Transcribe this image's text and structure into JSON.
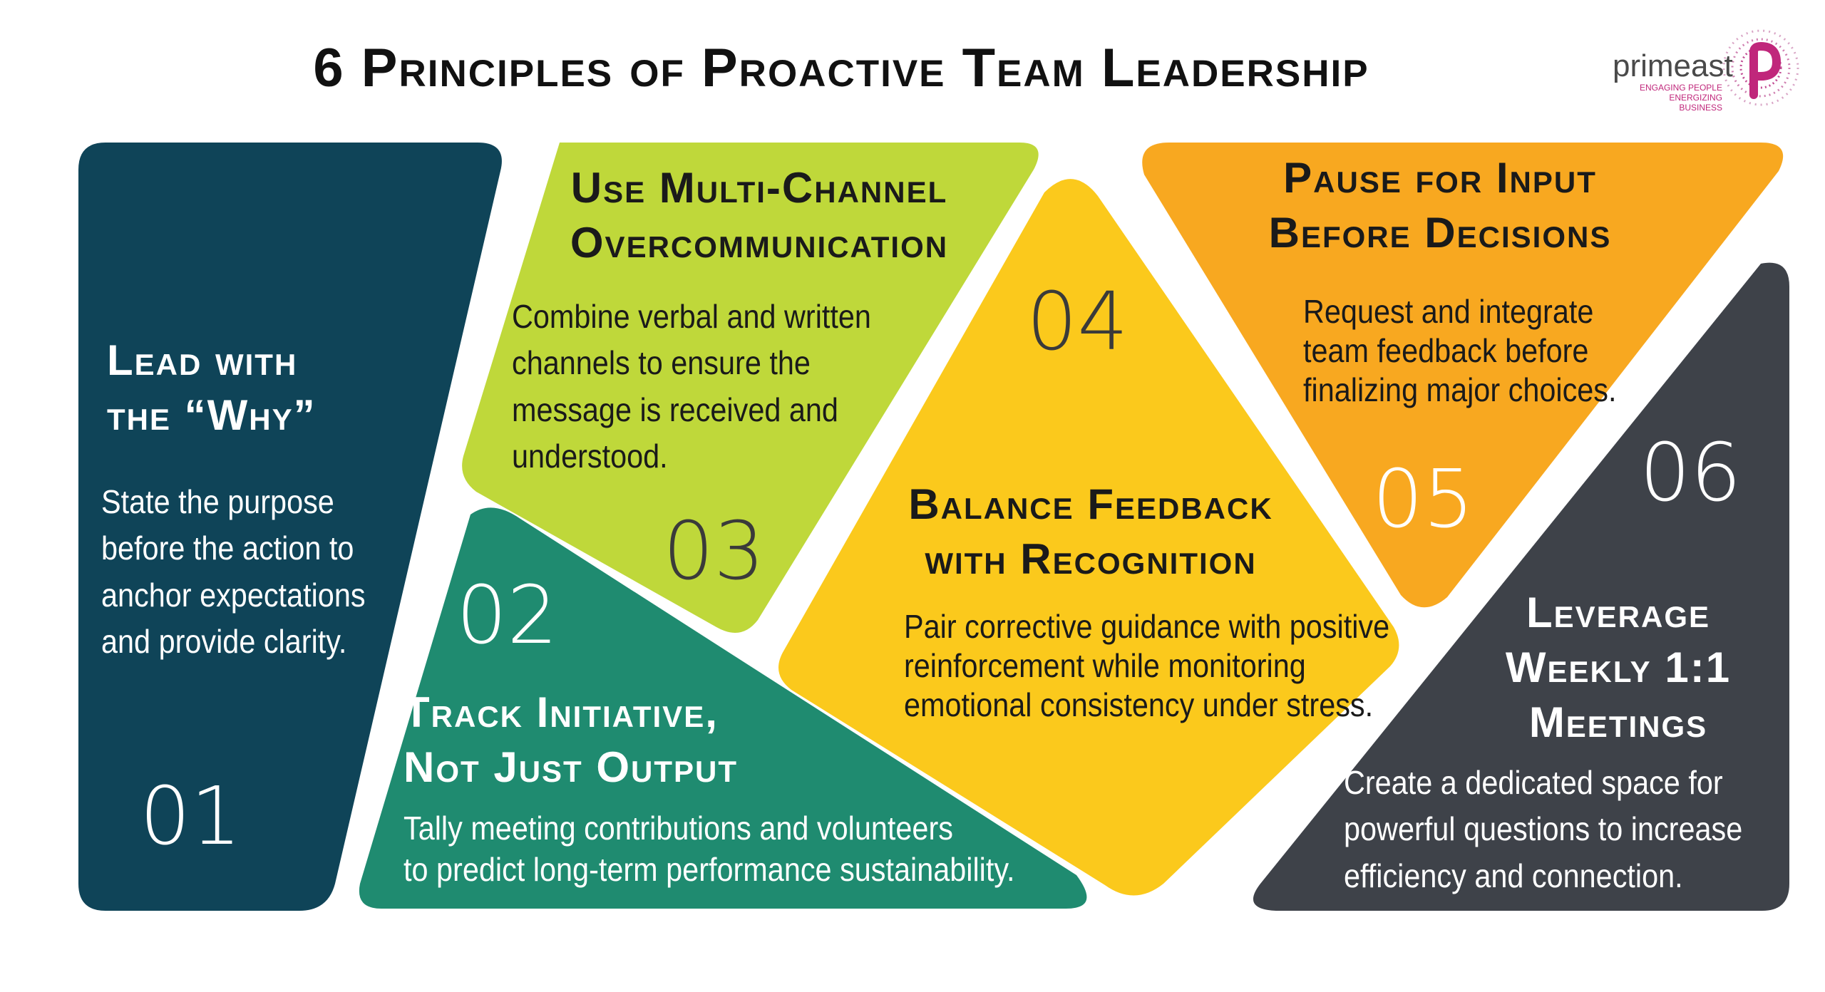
{
  "title": "6 Principles of Proactive Team Leadership",
  "logo": {
    "wordmark": "primeast",
    "tagline_1": "ENGAGING PEOPLE",
    "tagline_2": "ENERGIZING BUSINESS",
    "icon": "stylized-p-dot-pattern-icon",
    "color": "#c0277b"
  },
  "colors": {
    "p1": "#0f4458",
    "p2": "#1f8b70",
    "p3": "#bfd83a",
    "p4": "#fbc91c",
    "p5": "#f8a820",
    "p6": "#3e4249"
  },
  "principles": [
    {
      "number": "01",
      "title_1": "Lead with",
      "title_2": "the “Why”",
      "lines": [
        "State the purpose",
        "before the action to",
        "anchor expectations",
        "and provide clarity."
      ]
    },
    {
      "number": "02",
      "title_1": "Track Initiative,",
      "title_2": "Not Just Output",
      "lines": [
        "Tally meeting contributions and volunteers",
        "to predict long-term performance sustainability."
      ]
    },
    {
      "number": "03",
      "title_1": "Use Multi-Channel",
      "title_2": "Overcommunication",
      "lines": [
        "Combine verbal and written",
        "channels to ensure the",
        "message is received and",
        "understood."
      ]
    },
    {
      "number": "04",
      "title_1": "Balance Feedback",
      "title_2": "with Recognition",
      "lines": [
        "Pair corrective guidance with positive",
        "reinforcement while monitoring",
        "emotional consistency under stress."
      ]
    },
    {
      "number": "05",
      "title_1": "Pause for Input",
      "title_2": "Before Decisions",
      "lines": [
        "Request and integrate",
        "team feedback before",
        "finalizing major choices."
      ]
    },
    {
      "number": "06",
      "title_1": "Leverage",
      "title_2": "Weekly 1:1",
      "title_3": "Meetings",
      "lines": [
        "Create a dedicated space for",
        "powerful questions to increase",
        "efficiency and connection."
      ]
    }
  ]
}
